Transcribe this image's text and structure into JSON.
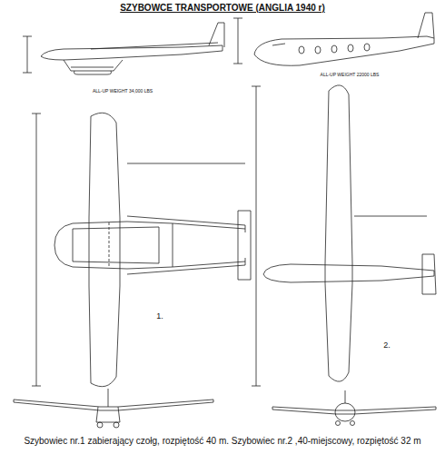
{
  "diagram": {
    "title": "SZYBOWCE TRANSPORTOWE (ANGLIA 1940 r)",
    "caption": "Szybowiec nr.1 zabierający czołg, rozpiętość 40 m. Szybowiec nr.2 ,40-miejscowy, rozpiętość 32 m",
    "labels": [
      "ALL-UP WEIGHT 34,000 LBS",
      "ALL-UP WEIGHT 22000 LBS",
      "1.",
      "2."
    ]
  }
}
